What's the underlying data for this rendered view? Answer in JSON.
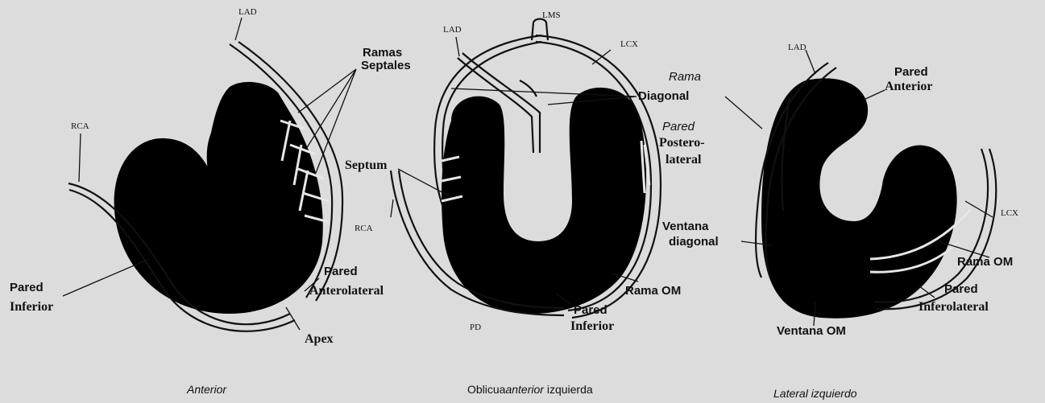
{
  "colors": {
    "background": "#dcdcdc",
    "myocardium": "#000000",
    "ink": "#111111"
  },
  "views": [
    {
      "caption": "Anterior",
      "labels": {
        "lad": "LAD",
        "rca": "RCA",
        "ramas_1": "Ramas",
        "ramas_2": "Septales",
        "pared_inferior_1": "Pared",
        "pared_inferior_2": "Inferior",
        "pared_antero_1": "Pared",
        "pared_antero_2": "Anterolateral",
        "apex": "Apex"
      }
    },
    {
      "caption_pre": "Oblicua",
      "caption_italic": "anterior",
      "caption_post": " izquierda",
      "labels": {
        "lms": "LMS",
        "lad": "LAD",
        "lcx": "LCX",
        "rama_diag_1": "Rama",
        "rama_diag_2": "Diagonal",
        "pared_pl_1": "Pared",
        "pared_pl_2": "Postero-",
        "pared_pl_3": "lateral",
        "septum": "Septum",
        "rca": "RCA",
        "rama_om": "Rama OM",
        "pared_inf_1": "Pared",
        "pared_inf_2": "Inferior",
        "pd": "PD"
      }
    },
    {
      "caption": "Lateral izquierdo",
      "labels": {
        "lad": "LAD",
        "pared_ant_1": "Pared",
        "pared_ant_2": "Anterior",
        "lcx": "LCX",
        "ventana_diag_1": "Ventana",
        "ventana_diag_2": "diagonal",
        "rama_om": "Rama OM",
        "pared_il_1": "Pared",
        "pared_il_2": "Inferolateral",
        "ventana_om": "Ventana OM"
      }
    }
  ]
}
